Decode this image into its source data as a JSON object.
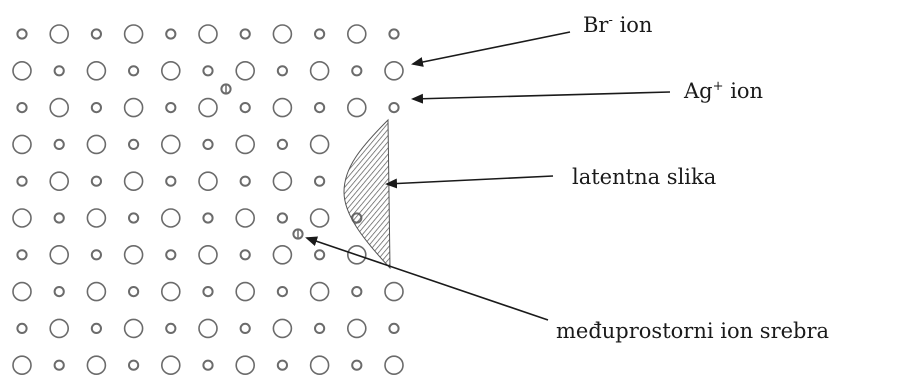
{
  "labels": {
    "br_ion": {
      "base": "Br",
      "sup": "-",
      "rest": " ion"
    },
    "ag_ion": {
      "base": "Ag",
      "sup": "+",
      "rest": " ion"
    },
    "latent_image": "latentna slika",
    "interstitial_silver": "međuprostorni ion srebra"
  },
  "lattice": {
    "rows": 10,
    "columns": 11,
    "ion_color": "#6b6b6b",
    "interstitial_color": "#6b6b6b"
  },
  "colors": {
    "text": "#1a1a1a",
    "arrow": "#1a1a1a",
    "hatch": "#555555"
  }
}
